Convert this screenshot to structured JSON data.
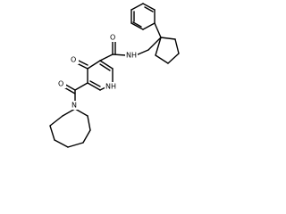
{
  "diagram": {
    "type": "chemical-structure",
    "atom_labels": {
      "oxygen_amide": "O",
      "nh_amide": "NH",
      "oxygen_ring": "O",
      "nh_ring": "NH",
      "oxygen_azepane": "O",
      "n_azepane": "N"
    }
  }
}
